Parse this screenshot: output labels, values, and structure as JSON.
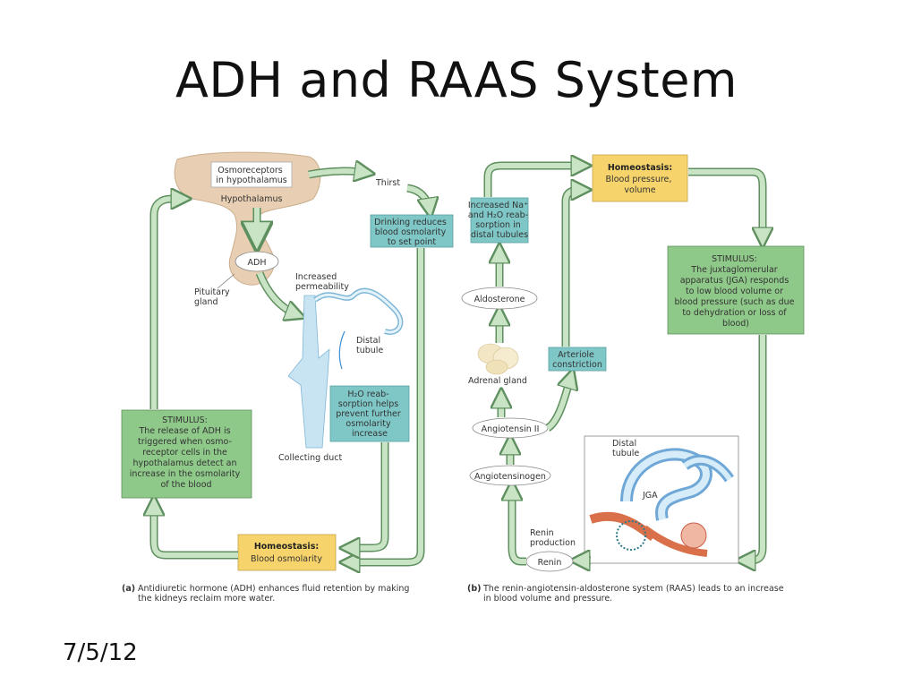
{
  "slide": {
    "title": "ADH and RAAS System",
    "date": "7/5/12"
  },
  "panel_a": {
    "hypothalamus_box": [
      "Osmoreceptors",
      "in hypothalamus"
    ],
    "hypothalamus_label": "Hypothalamus",
    "adh": "ADH",
    "pituitary_label": [
      "Pituitary",
      "gland"
    ],
    "increased_permeability": [
      "Increased",
      "permeability"
    ],
    "distal_tubule": [
      "Distal",
      "tubule"
    ],
    "collecting_duct": "Collecting duct",
    "thirst": "Thirst",
    "drinking_box": [
      "Drinking reduces",
      "blood osmolarity",
      "to set point"
    ],
    "h2o_box": [
      "H₂O reab-",
      "sorption helps",
      "prevent further",
      "osmolarity",
      "increase"
    ],
    "stimulus_box": [
      "STIMULUS:",
      "The release of ADH is",
      "triggered when osmo-",
      "receptor cells in the",
      "hypothalamus detect an",
      "increase in the osmolarity",
      "of the blood"
    ],
    "homeostasis_title": "Homeostasis:",
    "homeostasis_text": "Blood osmolarity",
    "caption_label": "(a)",
    "caption": [
      "Antidiuretic hormone (ADH) enhances fluid retention by making",
      "the kidneys reclaim more water."
    ]
  },
  "panel_b": {
    "homeostasis_title": "Homeostasis:",
    "homeostasis_text": [
      "Blood pressure,",
      "volume"
    ],
    "na_box": [
      "Increased Na⁺",
      "and H₂O reab-",
      "sorption in",
      "distal tubules"
    ],
    "aldosterone": "Aldosterone",
    "adrenal_gland": "Adrenal gland",
    "arteriole_box": [
      "Arteriole",
      "constriction"
    ],
    "angiotensin2": "Angiotensin II",
    "angiotensinogen": "Angiotensinogen",
    "renin_production": [
      "Renin",
      "production"
    ],
    "renin": "Renin",
    "stimulus_box": [
      "STIMULUS:",
      "The juxtaglomerular",
      "apparatus (JGA) responds",
      "to low blood volume or",
      "blood pressure (such as due",
      "to dehydration or loss of",
      "blood)"
    ],
    "distal_tubule": [
      "Distal",
      "tubule"
    ],
    "jga": "JGA",
    "caption_label": "(b)",
    "caption": [
      "The renin-angiotensin-aldosterone system (RAAS) leads to an increase",
      "in blood volume and pressure."
    ]
  },
  "colors": {
    "arrow_fill": "#c9e4c4",
    "arrow_stroke": "#5e8f5e",
    "teal_box": "#7fc7c7",
    "green_box": "#8fc98a",
    "yellow_box": "#f7d46b",
    "hypothalamus": "#e8cfb3",
    "duct": "#c8e4f2"
  }
}
